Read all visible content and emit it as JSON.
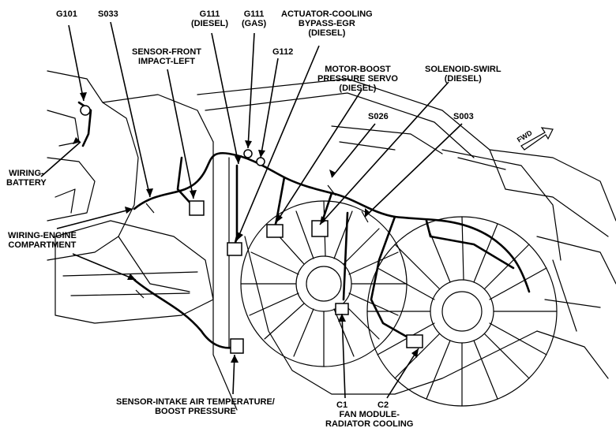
{
  "labels": {
    "g101": "G101",
    "s033": "S033",
    "g111_diesel": [
      "G111",
      "(DIESEL)"
    ],
    "g111_gas": [
      "G111",
      "(GAS)"
    ],
    "actuator": [
      "ACTUATOR-COOLING",
      "BYPASS-EGR",
      "(DIESEL)"
    ],
    "sensor_front": [
      "SENSOR-FRONT",
      "IMPACT-LEFT"
    ],
    "g112": "G112",
    "motor_boost": [
      "MOTOR-BOOST",
      "PRESSURE SERVO",
      "(DIESEL)"
    ],
    "solenoid": [
      "SOLENOID-SWIRL",
      "(DIESEL)"
    ],
    "s026": "S026",
    "s003": "S003",
    "wiring_battery": [
      "WIRING-",
      "BATTERY"
    ],
    "wiring_engine": [
      "WIRING-ENGINE",
      "COMPARTMENT"
    ],
    "sensor_intake": [
      "SENSOR-INTAKE AIR TEMPERATURE/",
      "BOOST PRESSURE"
    ],
    "c1": "C1",
    "c2": "C2",
    "fan_module": [
      "FAN MODULE-",
      "RADIATOR COOLING"
    ],
    "fwd": "FWD"
  }
}
